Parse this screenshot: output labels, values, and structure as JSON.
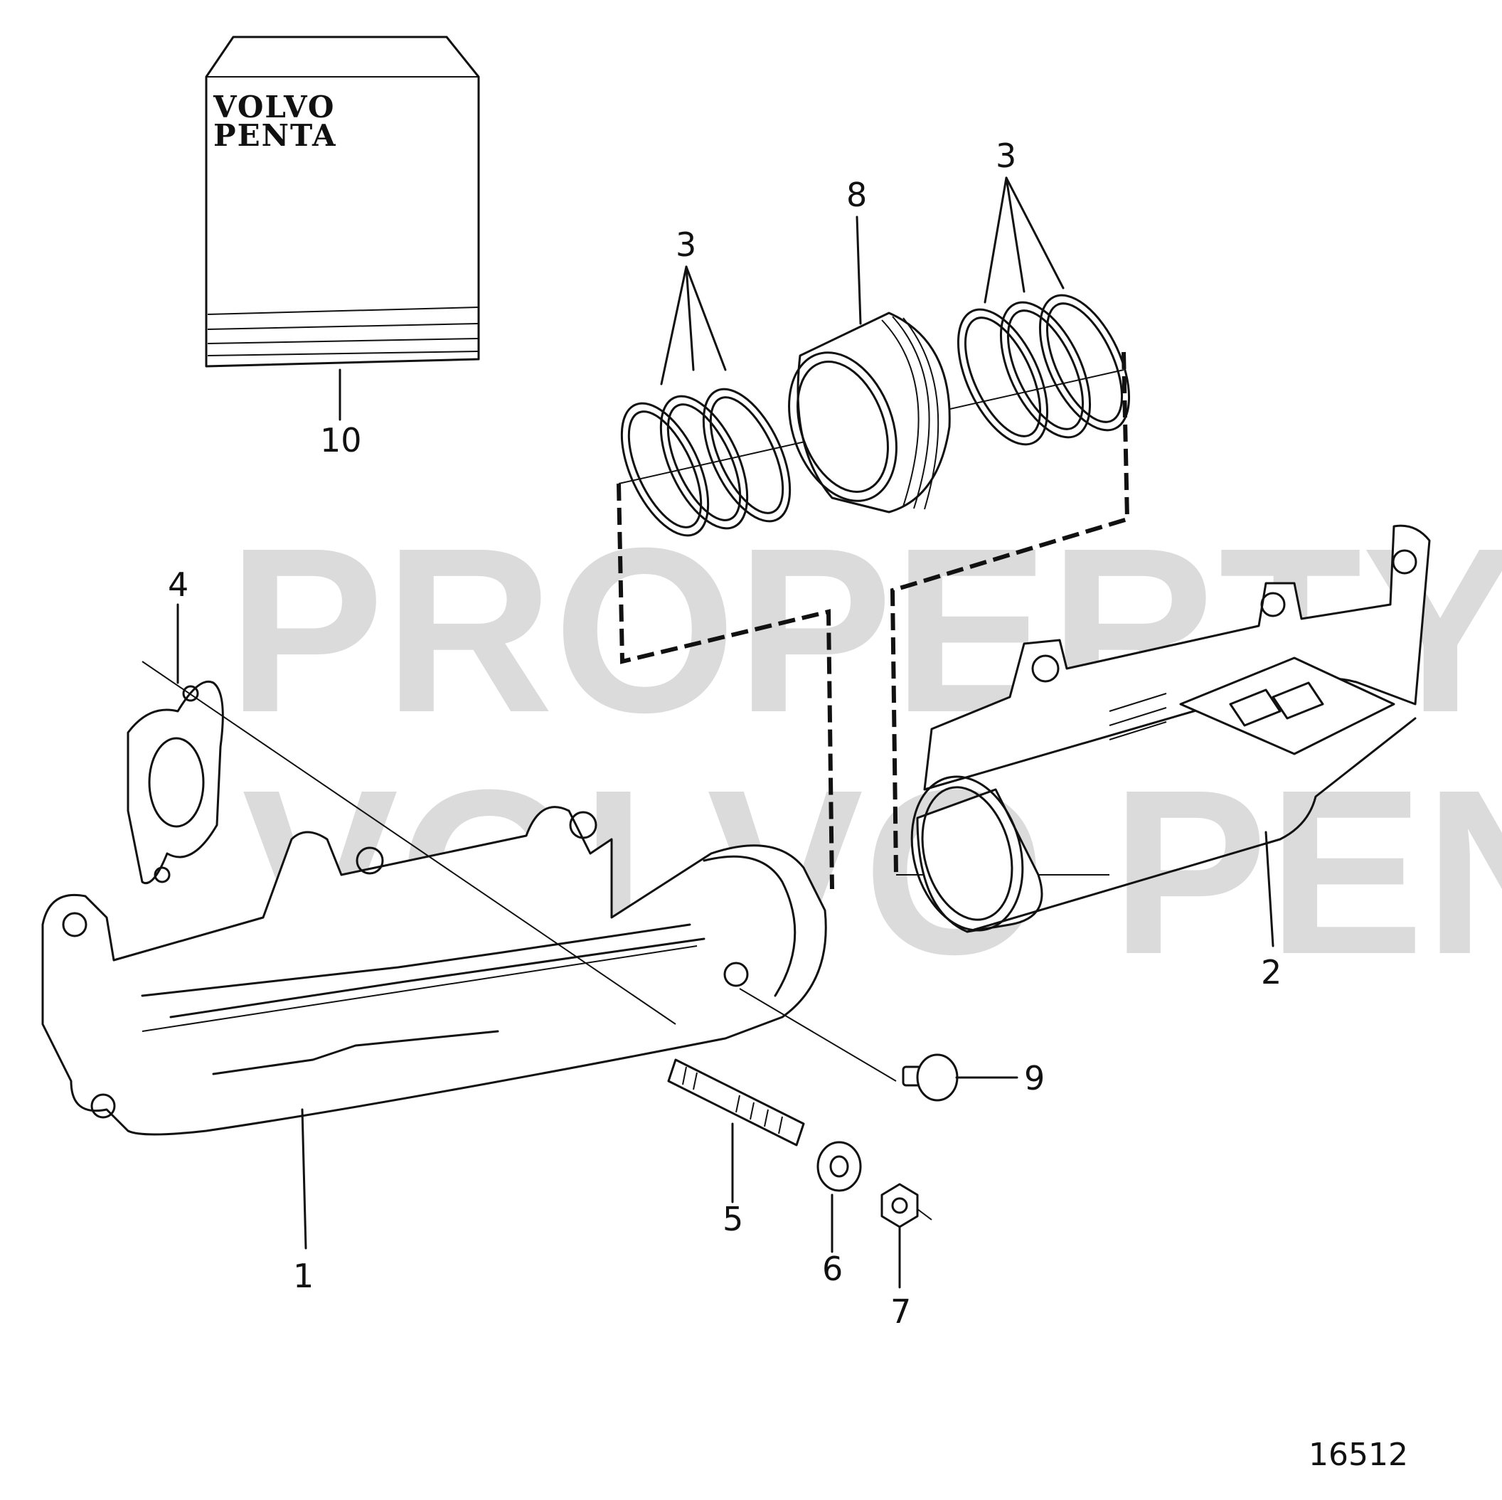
{
  "watermark": {
    "line1": "PROPERTY OF",
    "line2": "VOLVO PENTA"
  },
  "manual_cover": {
    "brand_line1": "VOLVO",
    "brand_line2": "PENTA"
  },
  "callouts": {
    "c1": "1",
    "c2": "2",
    "c3_left": "3",
    "c3_right": "3",
    "c4": "4",
    "c5": "5",
    "c6": "6",
    "c7": "7",
    "c8": "8",
    "c9": "9",
    "c10": "10"
  },
  "drawing_number": "16512"
}
